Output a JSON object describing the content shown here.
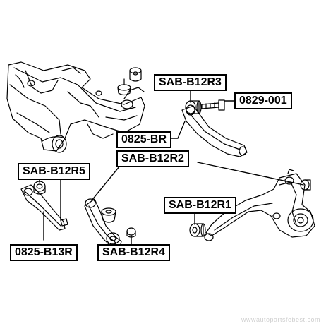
{
  "labels": {
    "sab_b12r3": "SAB-B12R3",
    "n0829_001": "0829-001",
    "n0825_br": "0825-BR",
    "sab_b12r2": "SAB-B12R2",
    "sab_b12r5": "SAB-B12R5",
    "sab_b12r1": "SAB-B12R1",
    "n0825_b13r": "0825-B13R",
    "sab_b12r4": "SAB-B12R4"
  },
  "watermark": "wwwautopartsfebest.com",
  "colors": {
    "line": "#000000",
    "background": "#ffffff"
  }
}
